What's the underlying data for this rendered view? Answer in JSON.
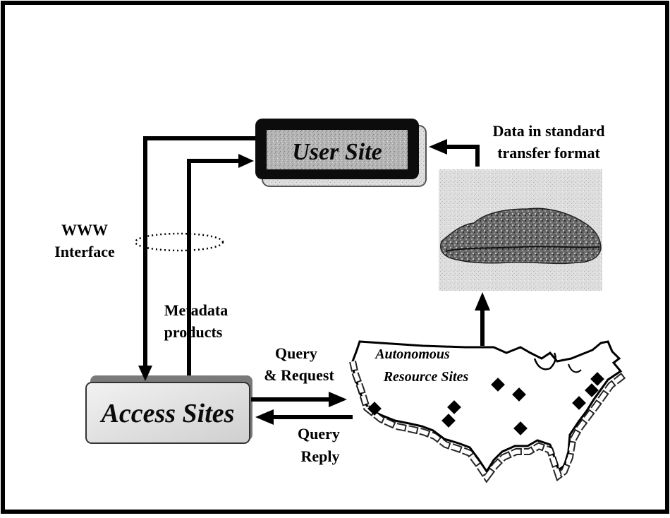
{
  "diagram": {
    "user_site": {
      "label": "User Site"
    },
    "access_sites": {
      "label": "Access Sites"
    },
    "resource_sites": {
      "line1": "Autonomous",
      "line2": "Resource Sites"
    },
    "labels": {
      "www_line1": "WWW",
      "www_line2": "Interface",
      "metadata_line1": "Metadata",
      "metadata_line2": "products",
      "query_request_line1": "Query",
      "query_request_line2": "& Request",
      "query_reply_line1": "Query",
      "query_reply_line2": "Reply",
      "data_format_line1": "Data in standard",
      "data_format_line2": "transfer format"
    },
    "site_markers": 9
  }
}
